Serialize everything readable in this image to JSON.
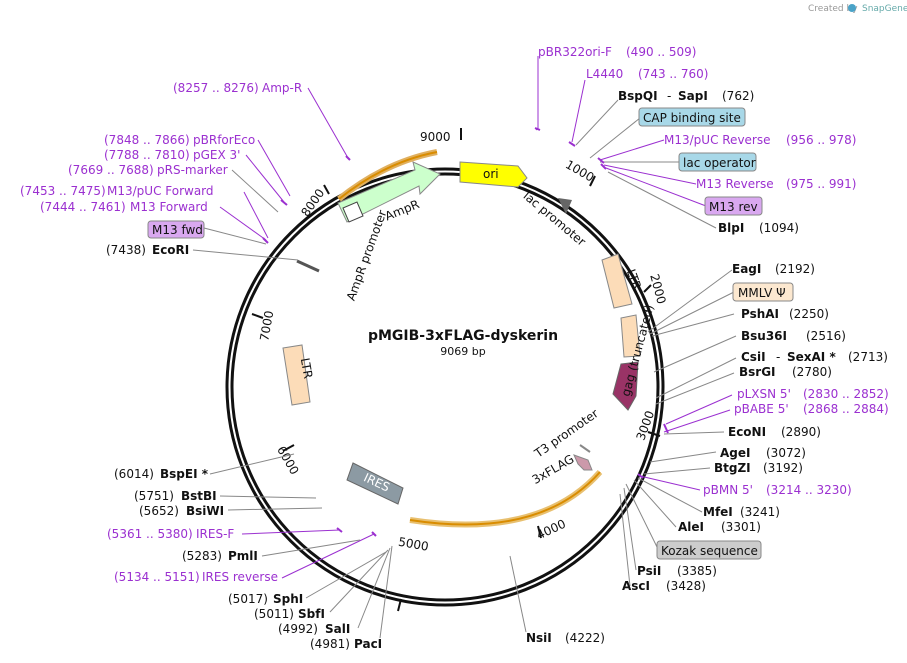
{
  "credit": {
    "created_by": "Created by",
    "brand": "SnapGene"
  },
  "plasmid": {
    "name": "pMGIB-3xFLAG-dyskerin",
    "length": "9069 bp"
  },
  "ticks": [
    "9000",
    "1000",
    "2000",
    "3000",
    "4000",
    "5000",
    "6000",
    "7000",
    "8000"
  ],
  "features": {
    "ori": "ori",
    "amp_r": "AmpR",
    "amp_r_promoter": "AmpR promoter",
    "lac_promoter": "lac promoter",
    "ltr_right": "LTR",
    "ltr_left": "LTR",
    "gag": "gag (truncated)",
    "t3_promoter": "T3 promoter",
    "flag": "3xFLAG",
    "ires": "IRES"
  },
  "labels": {
    "pbr322ori_f": {
      "name": "pBR322ori-F",
      "range": "(490 .. 509)"
    },
    "l4440": {
      "name": "L4440",
      "range": "(743 .. 760)"
    },
    "bspqi": {
      "name": "BspQI",
      "name2": "SapI",
      "pos": "(762)"
    },
    "cap": {
      "name": "CAP binding site"
    },
    "m13puc_rev": {
      "name": "M13/pUC Reverse",
      "range": "(956 .. 978)"
    },
    "lac_operator": {
      "name": "lac operator"
    },
    "m13_reverse": {
      "name": "M13 Reverse",
      "range": "(975 .. 991)"
    },
    "m13_rev": {
      "name": "M13 rev"
    },
    "blpi": {
      "name": "BlpI",
      "pos": "(1094)"
    },
    "eagi": {
      "name": "EagI",
      "pos": "(2192)"
    },
    "mmlv": {
      "name": "MMLV Ψ"
    },
    "pshai": {
      "name": "PshAI",
      "pos": "(2250)"
    },
    "bsu36i": {
      "name": "Bsu36I",
      "pos": "(2516)"
    },
    "csii": {
      "name": "CsiI",
      "name2": "SexAI *",
      "pos": "(2713)"
    },
    "bsrgi": {
      "name": "BsrGI",
      "pos": "(2780)"
    },
    "plxsn": {
      "name": "pLXSN 5'",
      "range": "(2830 .. 2852)"
    },
    "pbabe": {
      "name": "pBABE 5'",
      "range": "(2868 .. 2884)"
    },
    "econi": {
      "name": "EcoNI",
      "pos": "(2890)"
    },
    "agei": {
      "name": "AgeI",
      "pos": "(3072)"
    },
    "btgzi": {
      "name": "BtgZI",
      "pos": "(3192)"
    },
    "pbmn": {
      "name": "pBMN 5'",
      "range": "(3214 .. 3230)"
    },
    "mfei": {
      "name": "MfeI",
      "pos": "(3241)"
    },
    "alei": {
      "name": "AleI",
      "pos": "(3301)"
    },
    "kozak": {
      "name": "Kozak sequence"
    },
    "psii": {
      "name": "PsiI",
      "pos": "(3385)"
    },
    "asci": {
      "name": "AscI",
      "pos": "(3428)"
    },
    "nsii": {
      "name": "NsiI",
      "pos": "(4222)"
    },
    "paci": {
      "name": "PacI",
      "pos": "(4981)"
    },
    "sali": {
      "name": "SalI",
      "pos": "(4992)"
    },
    "sbfi": {
      "name": "SbfI",
      "pos": "(5011)"
    },
    "sphi": {
      "name": "SphI",
      "pos": "(5017)"
    },
    "ires_reverse": {
      "name": "IRES reverse",
      "range": "(5134 .. 5151)"
    },
    "pmli": {
      "name": "PmlI",
      "pos": "(5283)"
    },
    "ires_f": {
      "name": "IRES-F",
      "range": "(5361 .. 5380)"
    },
    "bsiwi": {
      "name": "BsiWI",
      "pos": "(5652)"
    },
    "bstbi": {
      "name": "BstBI",
      "pos": "(5751)"
    },
    "bspei": {
      "name": "BspEI *",
      "pos": "(6014)"
    },
    "ecori": {
      "name": "EcoRI",
      "pos": "(7438)"
    },
    "m13_fwd": {
      "name": "M13 fwd"
    },
    "m13_forward": {
      "name": "M13 Forward",
      "range": "(7444 .. 7461)"
    },
    "m13puc_fwd": {
      "name": "M13/pUC Forward",
      "range": "(7453 .. 7475)"
    },
    "prs_marker": {
      "name": "pRS-marker",
      "range": "(7669 .. 7688)"
    },
    "pgex3": {
      "name": "pGEX 3'",
      "range": "(7788 .. 7810)"
    },
    "pbrforeco": {
      "name": "pBRforEco",
      "range": "(7848 .. 7866)"
    },
    "amp_r_primer": {
      "name": "Amp-R",
      "range": "(8257 .. 8276)"
    }
  },
  "colors": {
    "ori": "#ffff00",
    "amp_r": "#ccffcc",
    "ltr": "#fcdcb8",
    "gag": "#993366",
    "flag": "#cc99aa",
    "ires": "#8c9aa3",
    "primer": "#9b30d0",
    "orange": "#d98c00",
    "cap_box": "#a8d8e8",
    "mmlv_box": "#fce8d0",
    "m13_box": "#d9a8f0",
    "kozak_box": "#cccccc"
  }
}
